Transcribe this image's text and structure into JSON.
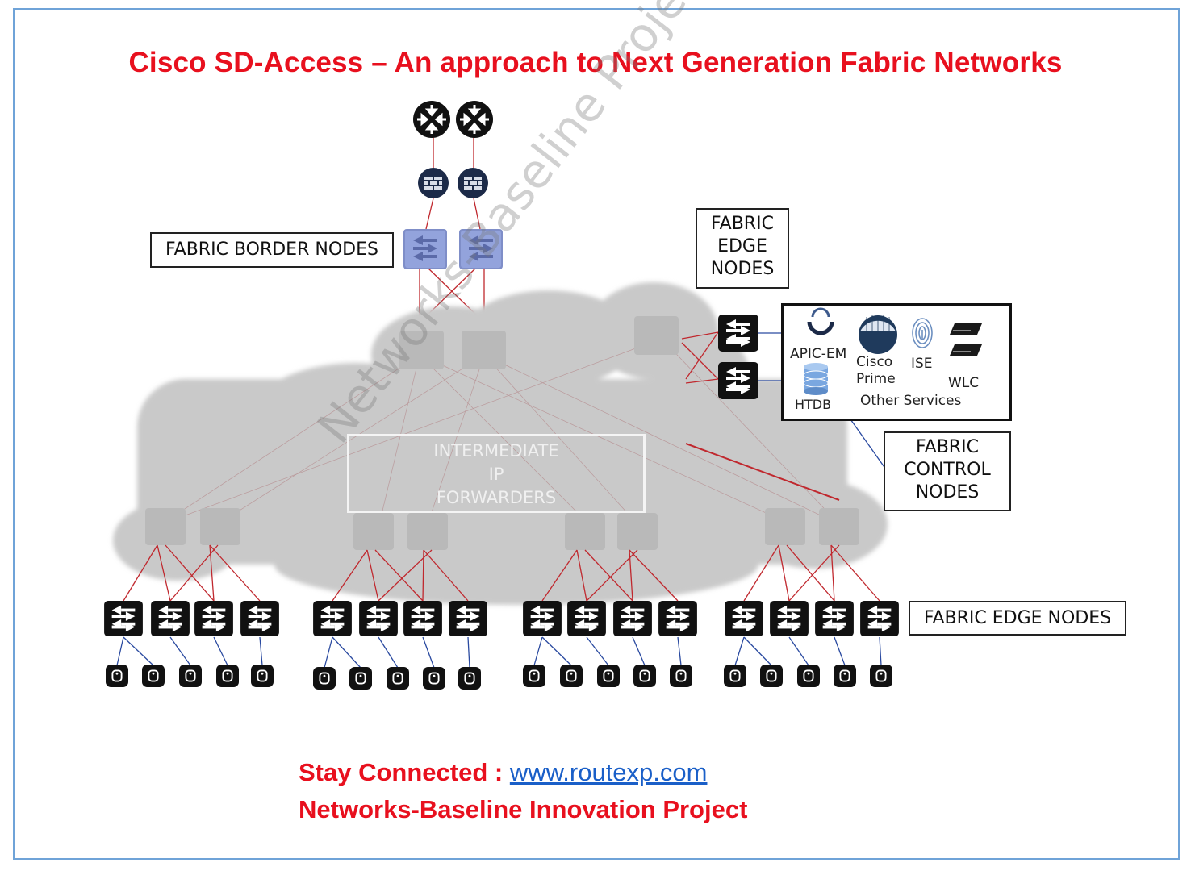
{
  "title": "Cisco SD-Access – An approach to Next Generation Fabric Networks",
  "labels": {
    "border_nodes": "FABRIC BORDER NODES",
    "edge_nodes_top": [
      "FABRIC",
      "EDGE",
      "NODES"
    ],
    "edge_nodes_bottom": "FABRIC EDGE NODES",
    "control_nodes": [
      "FABRIC",
      "CONTROL",
      "NODES"
    ],
    "cloud": [
      "INTERMEDIATE",
      "IP",
      "FORWARDERS"
    ]
  },
  "services": {
    "apic": "APIC-EM",
    "htdb": "HTDB",
    "prime": [
      "Cisco",
      "Prime"
    ],
    "ise": "ISE",
    "wlc": "WLC",
    "other": "Other Services"
  },
  "watermark": "Networks-Baseline Project",
  "footer": {
    "prefix": "Stay Connected : ",
    "link": "www.routexp.com",
    "project": "Networks-Baseline Innovation Project"
  },
  "colors": {
    "title": "#e8101e",
    "link": "#1a5fc8",
    "frame": "#6fa3d8",
    "link_lines": "#c0282e",
    "access_lines": "#2a4aa0"
  }
}
